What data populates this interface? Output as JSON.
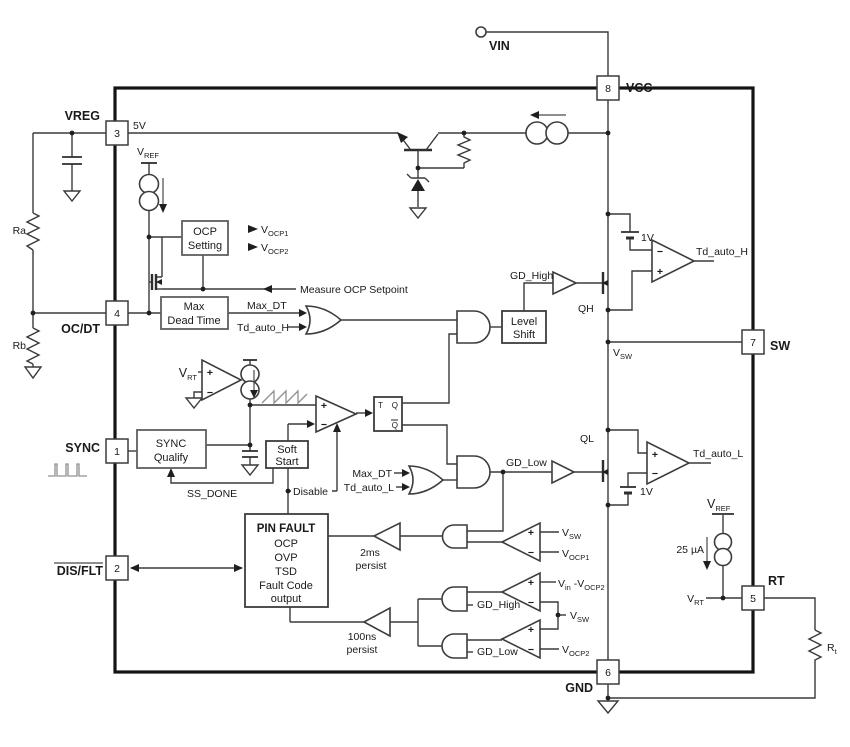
{
  "diagram_type": "ic-functional-block-diagram",
  "colors": {
    "wire": "#3a3a3a",
    "muted_waveform": "#909090",
    "background": "#ffffff",
    "text": "#1a1a1a"
  },
  "terminals": {
    "vin": "VIN"
  },
  "pins": {
    "p1": {
      "num": "1",
      "name": "SYNC"
    },
    "p2": {
      "num": "2",
      "name": "DIS/FLT"
    },
    "p3": {
      "num": "3",
      "name": "VREG",
      "note": "5V"
    },
    "p4": {
      "num": "4",
      "name": "OC/DT"
    },
    "p5": {
      "num": "5",
      "name": "RT"
    },
    "p6": {
      "num": "6",
      "name": "GND"
    },
    "p7": {
      "num": "7",
      "name": "SW"
    },
    "p8": {
      "num": "8",
      "name": "VCC"
    }
  },
  "blocks": {
    "ocp_setting": {
      "l1": "OCP",
      "l2": "Setting"
    },
    "max_dead_time": {
      "l1": "Max",
      "l2": "Dead Time"
    },
    "sync_qualify": {
      "l1": "SYNC",
      "l2": "Qualify"
    },
    "soft_start": {
      "l1": "Soft",
      "l2": "Start"
    },
    "level_shift": {
      "l1": "Level",
      "l2": "Shift"
    },
    "pin_fault": {
      "title": "PIN FAULT",
      "l1": "OCP",
      "l2": "OVP",
      "l3": "TSD",
      "l4": "Fault Code",
      "l5": "output"
    },
    "tff": {
      "t": "T",
      "q": "Q",
      "qb": "Q"
    }
  },
  "nets": {
    "measure": "Measure OCP Setpoint",
    "max_dt": "Max_DT",
    "td_auto_h": "Td_auto_H",
    "td_auto_l": "Td_auto_L",
    "gd_high": "GD_High",
    "gd_low": "GD_Low",
    "ss_done": "SS_DONE",
    "disable": "Disable",
    "one_v": "1V",
    "qh": "QH",
    "ql": "QL",
    "plus": "+",
    "minus": "−"
  },
  "subs": {
    "vref": {
      "m": "V",
      "s": "REF"
    },
    "vocp1": {
      "m": "V",
      "s": "OCP1"
    },
    "vocp2": {
      "m": "V",
      "s": "OCP2"
    },
    "vrt": {
      "m": "V",
      "s": "RT"
    },
    "vsw": {
      "m": "V",
      "s": "SW"
    },
    "vin_vocp2": {
      "m1": "V",
      "s1": "in",
      "m2": " -V",
      "s2": "OCP2"
    },
    "rt_ext": {
      "m": "R",
      "s": "t"
    }
  },
  "components": {
    "ra": "Ra",
    "rb": "Rb",
    "ua25": "25 µA"
  },
  "timers": {
    "t2ms": "2ms",
    "t100ns": "100ns",
    "persist": "persist"
  }
}
